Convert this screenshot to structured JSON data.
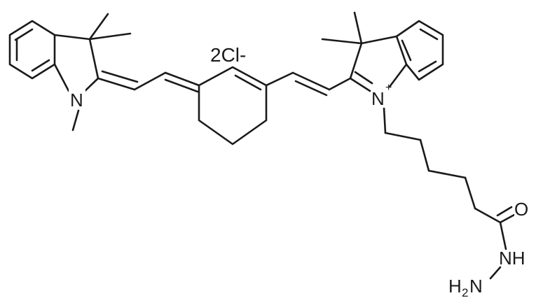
{
  "molecule": {
    "counterion": "2Cl-",
    "atoms": {
      "n_left": "N",
      "n_right": "N",
      "n_right_charge": "+",
      "o": "O",
      "nh": "NH",
      "h2n_h": "H",
      "h2n_sub": "2",
      "h2n_n": "N"
    }
  }
}
